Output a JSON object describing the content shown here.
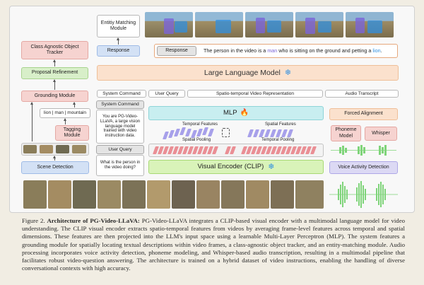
{
  "figure": {
    "left_column": {
      "class_agnostic_tracker": "Class Agnostic Object Tracker",
      "proposal_refinement": "Proposal Refinement",
      "grounding_module": "Grounding Module",
      "grounding_words": "lion | man | mountain",
      "tagging_module": "Tagging Module",
      "scene_detection": "Scene Detection"
    },
    "middle_column": {
      "entity_matching": "Entitiy Matching Module",
      "response_label": "Response",
      "system_command_title": "System Command",
      "system_command_text": "You are PG-Video-LLaVA, a large vision language model trained with video instruction data.",
      "user_query_title": "User Query",
      "user_query_text": "What is the person in the video doing?"
    },
    "response_box": {
      "tag": "Response",
      "text_before": "The person in the video is a",
      "entity_man": "man",
      "text_middle": "who is sitting on the ground and petting a",
      "entity_lion": "lion",
      "text_after": "."
    },
    "llm": {
      "title": "Large Language Model",
      "snow_icon": "❄"
    },
    "llm_inputs": {
      "system_command": "System Command",
      "user_query": "User Query",
      "spatiotemporal": "Spatio-temporal Video Representation",
      "audio_transcript": "Audio Transcript"
    },
    "mlp": {
      "title": "MLP",
      "fire_icon": "🔥"
    },
    "features": {
      "temporal_features_1": "Temporal Features",
      "spatial_pooling_1": "Spatial Pooling",
      "spatial_features_2": "Spatial Features",
      "temporal_pooling_2": "Temporal Pooling"
    },
    "visual_encoder": {
      "title": "Visual Encoder (CLIP)",
      "snow_icon": "❄"
    },
    "audio_column": {
      "forced_alignment": "Forced Alignment",
      "phoneme_model": "Phoneme Model",
      "whisper": "Whisper",
      "voice_activity": "Voice Activity Detection"
    },
    "colors": {
      "man_entity": "#7a64d8",
      "lion_entity": "#2f8fe0",
      "tokens_pink": "#ea8f95",
      "tokens_purple": "#a7a0ea",
      "waveform": "#7fd47a",
      "video_frame_tones": [
        "#8a7d5a",
        "#a48c62",
        "#6f6a52",
        "#9b8a63",
        "#7c7257",
        "#b29a6c",
        "#6d6250",
        "#998462",
        "#85775a",
        "#a08a63",
        "#7d6f55",
        "#8f8160"
      ]
    }
  },
  "caption": {
    "label": "Figure 2.",
    "title": "Architecture of PG-Video-LLaVA:",
    "body": "PG-Video-LLaVA integrates a CLIP-based visual encoder with a multimodal language model for video understanding. The CLIP visual encoder extracts spatio-temporal features from videos by averaging frame-level features across temporal and spatial dimensions. These features are then projected into the LLM's input space using a learnable Multi-Layer Perceptron (MLP). The system features a grounding module for spatially locating textual descriptions within video frames, a class-agnostic object tracker, and an entity-matching module. Audio processing incorporates voice activity detection, phoneme modeling, and Whisper-based audio transcription, resulting in a multimodal pipeline that facilitates robust video-question answering. The architecture is trained on a hybrid dataset of video instructions, enabling the handling of diverse conversational contexts with high accuracy."
  }
}
